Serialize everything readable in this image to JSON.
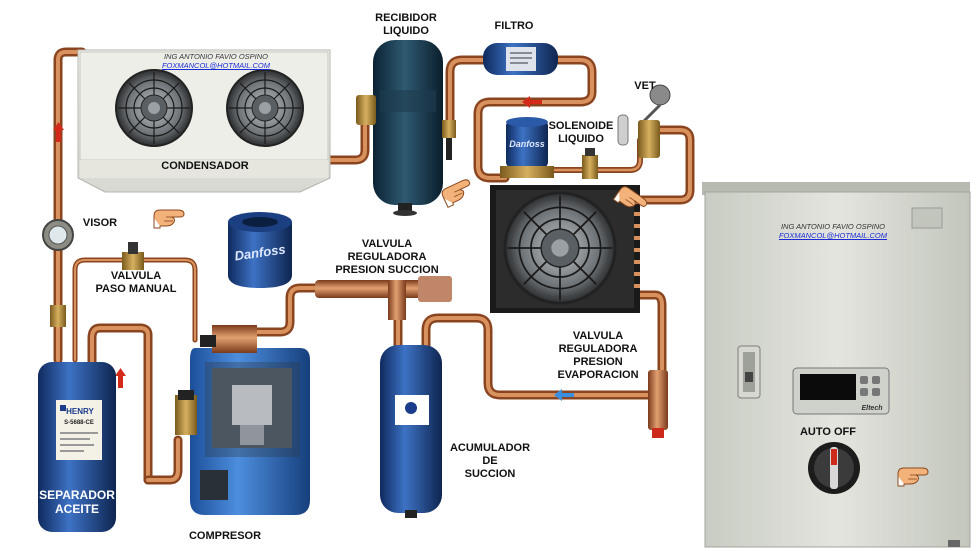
{
  "labels": {
    "receiver": "RECIBIDOR\nLIQUIDO",
    "filter": "FILTRO",
    "vet": "VET",
    "solenoid": "SOLENOIDE\nLIQUIDO",
    "condenser": "CONDENSADOR",
    "sight_glass": "VISOR",
    "manual_valve": "VALVULA\nPASO MANUAL",
    "suction_regulator": "VALVULA\nREGULADORA\nPRESION SUCCION",
    "evaporator_regulator": "VALVULA\nREGULADORA\nPRESION\nEVAPORACION",
    "accumulator": "ACUMULADOR\nDE\nSUCCION",
    "oil_separator": "SEPARADOR\nACEITE",
    "compressor": "COMPRESOR",
    "auto_off": "AUTO  OFF"
  },
  "credits": {
    "condenser": {
      "name": "ING ANTONIO FAVIO OSPINO",
      "email": "FOXMANCOL@HOTMAIL.COM"
    },
    "panel": {
      "name": "ING ANTONIO FAVIO OSPINO",
      "email": "FOXMANCOL@HOTMAIL.COM"
    }
  },
  "brand_text": {
    "danfoss": "Danfoss",
    "separator_brand": "HENRY",
    "separator_model": "S-5688-CE",
    "controller_brand": "Eltech"
  },
  "colors": {
    "copper": "#b8663a",
    "copper_light": "#d9925e",
    "flow_arrow": "#d42a1a",
    "cold_arrow": "#3a8fe0",
    "panel": "#d9dcd3",
    "tank_blue": "#1f4f9c"
  },
  "icons": [
    "pointing-hand-icon",
    "fan-icon",
    "up-arrow-icon",
    "left-arrow-icon"
  ]
}
